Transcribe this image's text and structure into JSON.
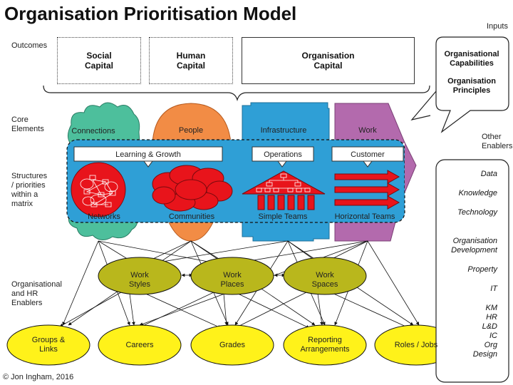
{
  "title": "Organisation Prioritisation Model",
  "inputs_label": "Inputs",
  "rows": {
    "outcomes": "Outcomes",
    "core_elements": [
      "Core",
      "Elements"
    ],
    "structures": [
      "Structures",
      "/ priorities",
      "within a",
      "matrix"
    ],
    "enablers": [
      "Organisational",
      "and HR",
      "Enablers"
    ]
  },
  "outcomes": [
    {
      "line1": "Social",
      "line2": "Capital"
    },
    {
      "line1": "Human",
      "line2": "Capital"
    },
    {
      "line1": "Organisation",
      "line2": "Capital"
    }
  ],
  "inputs_callout": {
    "items": [
      {
        "line1": "Organisational",
        "line2": "Capabilities"
      },
      {
        "line1": "Organisation",
        "line2": "Principles"
      }
    ]
  },
  "core_elements": [
    "Connections",
    "People",
    "Infrastructure",
    "Work"
  ],
  "matrix_headers": [
    "Learning & Growth",
    "Operations",
    "Customer"
  ],
  "structures": [
    "Networks",
    "Communities",
    "Simple Teams",
    "Horizontal Teams"
  ],
  "work_enablers": [
    {
      "line1": "Work",
      "line2": "Styles"
    },
    {
      "line1": "Work",
      "line2": "Places"
    },
    {
      "line1": "Work",
      "line2": "Spaces"
    }
  ],
  "hr_enablers": [
    {
      "line1": "Groups &",
      "line2": "Links"
    },
    {
      "line1": "Careers",
      "line2": ""
    },
    {
      "line1": "Grades",
      "line2": ""
    },
    {
      "line1": "Reporting",
      "line2": "Arrangements"
    },
    {
      "line1": "Roles / Jobs",
      "line2": ""
    }
  ],
  "other_enablers_label": [
    "Other",
    "Enablers"
  ],
  "other_enablers": [
    [
      "Data"
    ],
    [
      "Knowledge"
    ],
    [
      "Technology"
    ],
    [
      "Organisation",
      "Development"
    ],
    [
      "Property"
    ],
    [
      "IT"
    ],
    [
      "KM",
      "HR",
      "L&D",
      "IC",
      "Org",
      "Design"
    ]
  ],
  "copyright": "© Jon Ingham, 2016",
  "colors": {
    "connections": "#4dbf9c",
    "people": "#f28c45",
    "infrastructure": "#2f9fd6",
    "work": "#b36aad",
    "matrix": "#2f9fd6",
    "red": "#e8141b",
    "olive": "#b9b71c",
    "yellow": "#fff21a"
  }
}
